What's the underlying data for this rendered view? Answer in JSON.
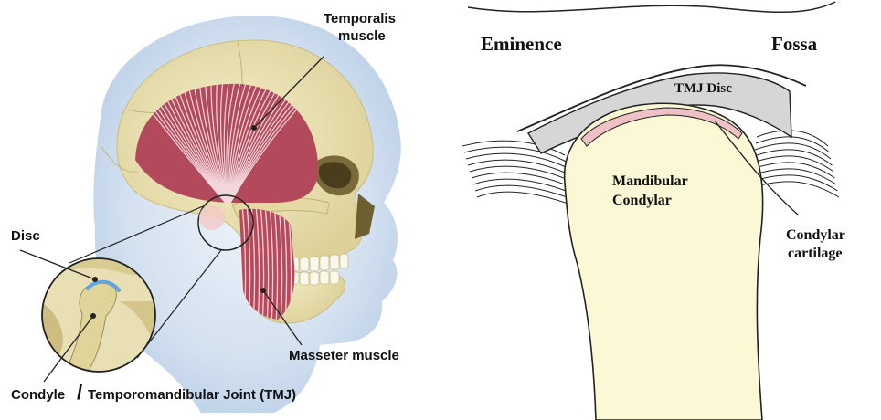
{
  "left": {
    "labels": {
      "temporalis_line1": "Temporalis",
      "temporalis_line2": "muscle",
      "disc": "Disc",
      "masseter": "Masseter muscle",
      "condyle": "Condyle",
      "slash": "/",
      "tmj_full": "Temporomandibular Joint (TMJ)"
    }
  },
  "right": {
    "labels": {
      "eminence": "Eminence",
      "fossa": "Fossa",
      "tmj_disc": "TMJ Disc",
      "mandibular": "Mandibular",
      "condylar": "Condylar",
      "condylar_cart_1": "Condylar",
      "condylar_cart_2": "cartilage"
    }
  },
  "colors": {
    "head_glow": "#c9d9ec",
    "skull": "#eee6b8",
    "muscle": "#b34a5c",
    "muscle_stripe": "#f3d7dc",
    "disc_blue": "#5fa6e0",
    "condyle_fill": "#fbf8d6",
    "tmj_disc_fill": "#d5d5d5",
    "cartilage_pink": "#efc0c6"
  }
}
